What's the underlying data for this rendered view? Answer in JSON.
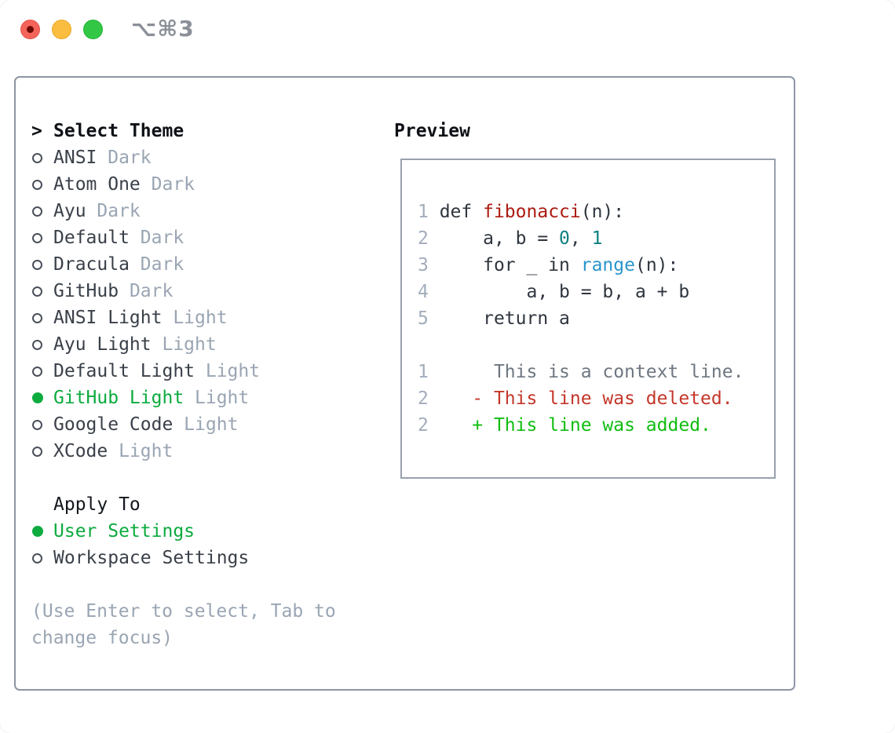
{
  "titlebar": {
    "shortcut_label": "⌥⌘3",
    "buttons": [
      "close",
      "minimize",
      "zoom"
    ]
  },
  "theme_panel": {
    "header_prefix": ">",
    "header": "Select Theme",
    "themes": [
      {
        "name": "ANSI",
        "variant": "Dark",
        "selected": false
      },
      {
        "name": "Atom One",
        "variant": "Dark",
        "selected": false
      },
      {
        "name": "Ayu",
        "variant": "Dark",
        "selected": false
      },
      {
        "name": "Default",
        "variant": "Dark",
        "selected": false
      },
      {
        "name": "Dracula",
        "variant": "Dark",
        "selected": false
      },
      {
        "name": "GitHub",
        "variant": "Dark",
        "selected": false
      },
      {
        "name": "ANSI Light",
        "variant": "Light",
        "selected": false
      },
      {
        "name": "Ayu Light",
        "variant": "Light",
        "selected": false
      },
      {
        "name": "Default Light",
        "variant": "Light",
        "selected": false
      },
      {
        "name": "GitHub Light",
        "variant": "Light",
        "selected": true
      },
      {
        "name": "Google Code",
        "variant": "Light",
        "selected": false
      },
      {
        "name": "XCode",
        "variant": "Light",
        "selected": false
      }
    ],
    "apply_to": {
      "header": "Apply To",
      "options": [
        {
          "name": "User Settings",
          "selected": true
        },
        {
          "name": "Workspace Settings",
          "selected": false
        }
      ]
    },
    "hint_lines": [
      "(Use Enter to select, Tab to",
      "change focus)"
    ]
  },
  "preview": {
    "header": "Preview",
    "code_lines": [
      {
        "number": "1",
        "tokens": [
          {
            "t": " def ",
            "c": "plain"
          },
          {
            "t": "fibonacci",
            "c": "func"
          },
          {
            "t": "(n):",
            "c": "plain"
          }
        ]
      },
      {
        "number": "2",
        "tokens": [
          {
            "t": "     a, b = ",
            "c": "plain"
          },
          {
            "t": "0",
            "c": "num"
          },
          {
            "t": ", ",
            "c": "plain"
          },
          {
            "t": "1",
            "c": "num"
          }
        ]
      },
      {
        "number": "3",
        "tokens": [
          {
            "t": "     for _ in ",
            "c": "plain"
          },
          {
            "t": "range",
            "c": "builtin"
          },
          {
            "t": "(n):",
            "c": "plain"
          }
        ]
      },
      {
        "number": "4",
        "tokens": [
          {
            "t": "         a, b = b, a + b",
            "c": "plain"
          }
        ]
      },
      {
        "number": "5",
        "tokens": [
          {
            "t": "     return a",
            "c": "plain"
          }
        ]
      },
      {
        "number": "",
        "tokens": []
      },
      {
        "number": "1",
        "tokens": [
          {
            "t": "      This is a context line.",
            "c": "context"
          }
        ]
      },
      {
        "number": "2",
        "tokens": [
          {
            "t": "    - This line was deleted.",
            "c": "del"
          }
        ]
      },
      {
        "number": "2",
        "tokens": [
          {
            "t": "    + This line was added.",
            "c": "add"
          }
        ]
      }
    ]
  },
  "colors": {
    "selected_green": "#0cab3e",
    "added_green": "#10bd10",
    "deleted_red": "#c4372a",
    "function_red": "#ac1b11",
    "number_teal": "#0e7e7e",
    "builtin_blue": "#2b95cb",
    "muted_gray": "#9aa5b3",
    "context_gray": "#6e7781",
    "border_gray": "#8d96a5",
    "traffic_red": "#f4645a",
    "traffic_yellow": "#fbbd3f",
    "traffic_green": "#32c845"
  }
}
